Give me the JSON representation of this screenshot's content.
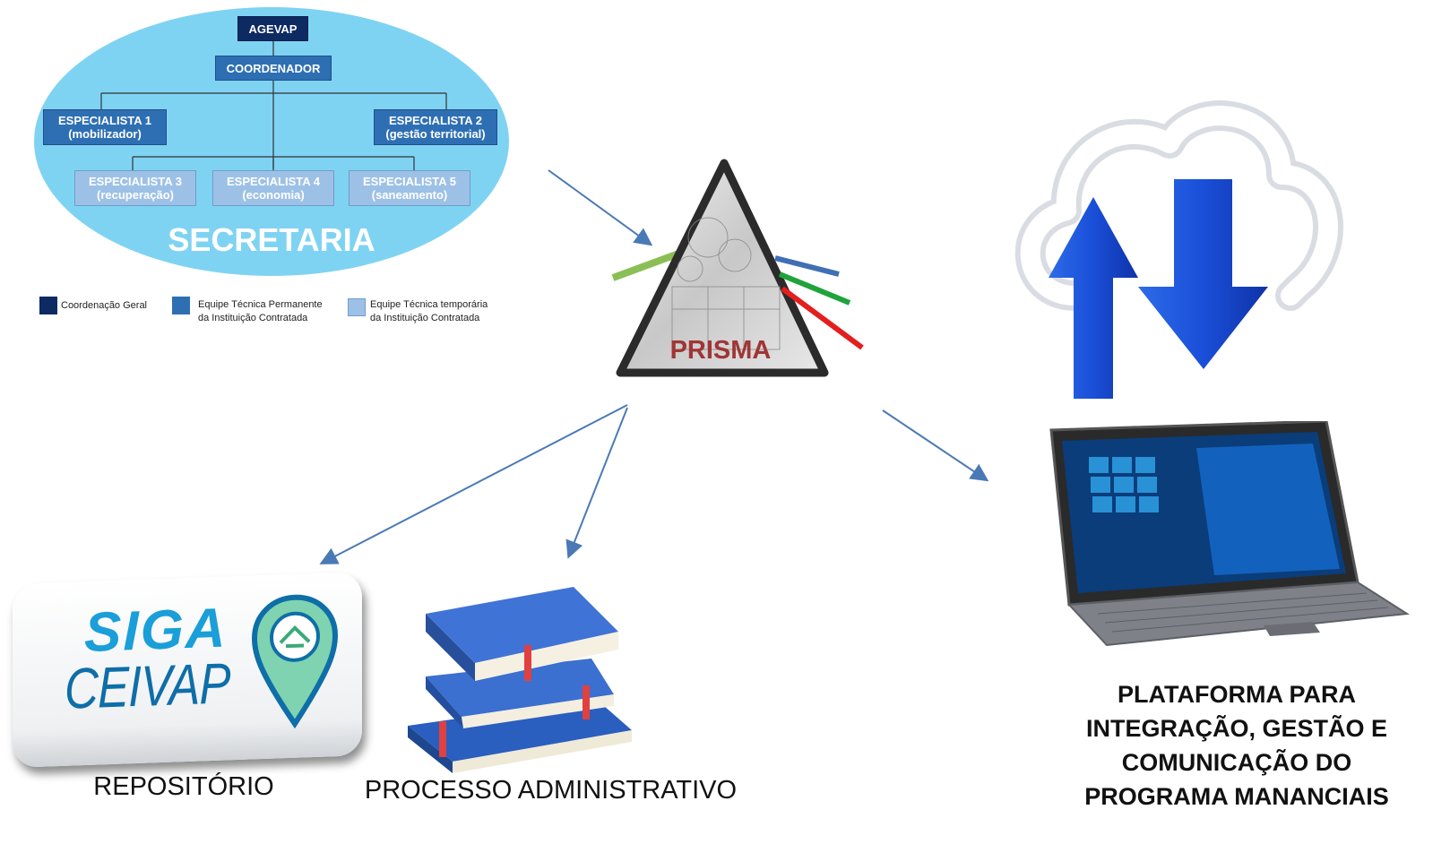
{
  "org_chart": {
    "top": "AGEVAP",
    "coordinator": "COORDENADOR",
    "specialist1": {
      "title": "ESPECIALISTA 1",
      "sub": "(mobilizador)"
    },
    "specialist2": {
      "title": "ESPECIALISTA 2",
      "sub": "(gestão territorial)"
    },
    "specialist3": {
      "title": "ESPECIALISTA 3",
      "sub": "(recuperação)"
    },
    "specialist4": {
      "title": "ESPECIALISTA 4",
      "sub": "(economia)"
    },
    "specialist5": {
      "title": "ESPECIALISTA 5",
      "sub": "(saneamento)"
    },
    "ellipse_label": "SECRETARIA"
  },
  "legend": {
    "item1": "Coordenação Geral",
    "item2_line1": "Equipe Técnica Permanente",
    "item2_line2": "da Instituição Contratada",
    "item3_line1": "Equipe Técnica temporária",
    "item3_line2": "da Instituição Contratada"
  },
  "prism": {
    "label": "PRISMA"
  },
  "siga": {
    "line1": "SIGA",
    "line2": "CEIVAP"
  },
  "captions": {
    "repository": "REPOSITÓRIO",
    "admin_process": "PROCESSO ADMINISTRATIVO",
    "platform_line1": "PLATAFORMA PARA",
    "platform_line2": "INTEGRAÇÃO, GESTÃO E",
    "platform_line3": "COMUNICAÇÃO DO",
    "platform_line4": "PROGRAMA MANANCIAIS"
  },
  "colors": {
    "ellipse": "#7fd3f2",
    "dark_blue": "#0d2a63",
    "mid_blue": "#2e6fb3",
    "light_blue": "#9dc1e6",
    "prism_label": "#a03535",
    "arrow": "#4a7ab5"
  }
}
